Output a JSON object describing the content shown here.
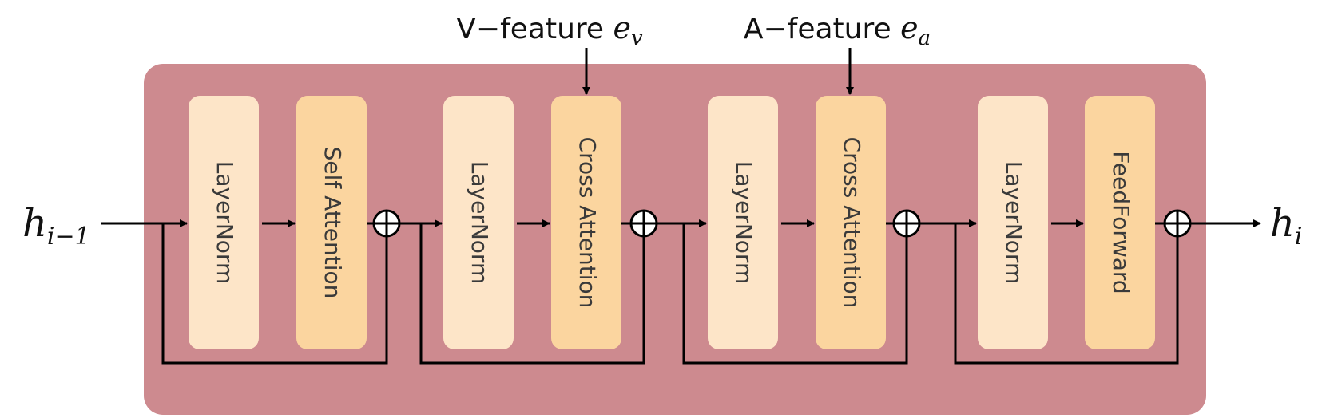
{
  "colors": {
    "container": "#cd8a8f",
    "layernorm_fill": "#fde5c8",
    "op_fill": "#fbd59f",
    "line": "#000000"
  },
  "inputs": {
    "v_feature": {
      "text": "V−feature ",
      "symbol": "e",
      "subscript": "v"
    },
    "a_feature": {
      "text": "A−feature ",
      "symbol": "e",
      "subscript": "a"
    }
  },
  "input_state": {
    "symbol": "h",
    "subscript": "i−1"
  },
  "output_state": {
    "symbol": "h",
    "subscript": "i"
  },
  "blocks": [
    {
      "layernorm": "LayerNorm",
      "op": "Self Attention",
      "add_icon": "circle-plus-icon"
    },
    {
      "layernorm": "LayerNorm",
      "op": "Cross Attention",
      "add_icon": "circle-plus-icon"
    },
    {
      "layernorm": "LayerNorm",
      "op": "Cross Attention",
      "add_icon": "circle-plus-icon"
    },
    {
      "layernorm": "LayerNorm",
      "op": "FeedForward",
      "add_icon": "circle-plus-icon"
    }
  ]
}
